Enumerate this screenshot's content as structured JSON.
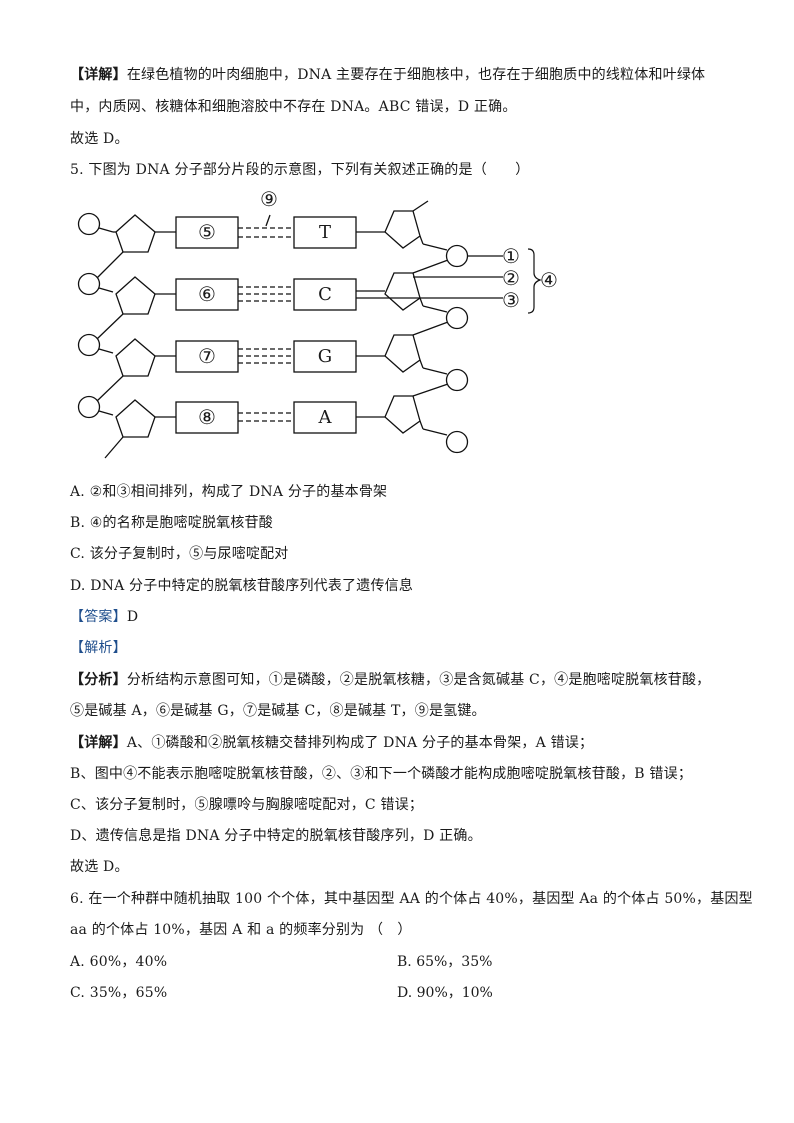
{
  "prev_detail": {
    "label": "【详解】",
    "line1": "在绿色植物的叶肉细胞中，DNA 主要存在于细胞核中，也存在于细胞质中的线粒体和叶绿体",
    "line2": "中，内质网、核糖体和细胞溶胶中不存在 DNA。ABC 错误，D 正确。",
    "conclusion": "故选 D。"
  },
  "question5": {
    "stem": "5. 下图为 DNA 分子部分片段的示意图，下列有关叙述正确的是（　　）",
    "diagram": {
      "left_labels": [
        "⑤",
        "⑥",
        "⑦",
        "⑧"
      ],
      "right_bases": [
        "T",
        "C",
        "G",
        "A"
      ],
      "hbond_label": "⑨",
      "side_labels": [
        "①",
        "②",
        "③"
      ],
      "brace_label": "④",
      "hbond_counts": [
        2,
        3,
        3,
        2
      ]
    },
    "options": [
      {
        "key": "A",
        "text": "A. ②和③相间排列，构成了 DNA 分子的基本骨架"
      },
      {
        "key": "B",
        "text": "B. ④的名称是胞嘧啶脱氧核苷酸"
      },
      {
        "key": "C",
        "text": "C.  该分子复制时，⑤与尿嘧啶配对"
      },
      {
        "key": "D",
        "text": "D. DNA 分子中特定的脱氧核苷酸序列代表了遗传信息"
      }
    ],
    "answer_label": "【答案】",
    "answer_value": "D",
    "analysis_label": "【解析】",
    "fenxi_label": "【分析】",
    "fenxi_line1": "分析结构示意图可知，①是磷酸，②是脱氧核糖，③是含氮碱基 C，④是胞嘧啶脱氧核苷酸，",
    "fenxi_line2": "⑤是碱基 A，⑥是碱基 G，⑦是碱基 C，⑧是碱基 T，⑨是氢键。",
    "detail_label": "【详解】",
    "detail_lines": [
      "A、①磷酸和②脱氧核糖交替排列构成了 DNA 分子的基本骨架，A 错误；",
      "B、图中④不能表示胞嘧啶脱氧核苷酸，②、③和下一个磷酸才能构成胞嘧啶脱氧核苷酸，B 错误；",
      "C、该分子复制时，⑤腺嘌呤与胸腺嘧啶配对，C 错误；",
      "D、遗传信息是指 DNA 分子中特定的脱氧核苷酸序列，D 正确。"
    ],
    "conclusion": "故选 D。"
  },
  "question6": {
    "stem_line1": "6. 在一个种群中随机抽取 100 个个体，其中基因型 AA 的个体占 40%，基因型 Aa 的个体占 50%，基因型",
    "stem_line2": "aa 的个体占 10%，基因 A 和 a 的频率分别为 （　）",
    "options": [
      {
        "key": "A",
        "text": "A. 60%，40%"
      },
      {
        "key": "B",
        "text": "B. 65%，35%"
      },
      {
        "key": "C",
        "text": "C. 35%，65%"
      },
      {
        "key": "D",
        "text": "D. 90%，10%"
      }
    ]
  },
  "colors": {
    "label_blue": "#1f4e8c",
    "text": "#1a1a1a"
  }
}
